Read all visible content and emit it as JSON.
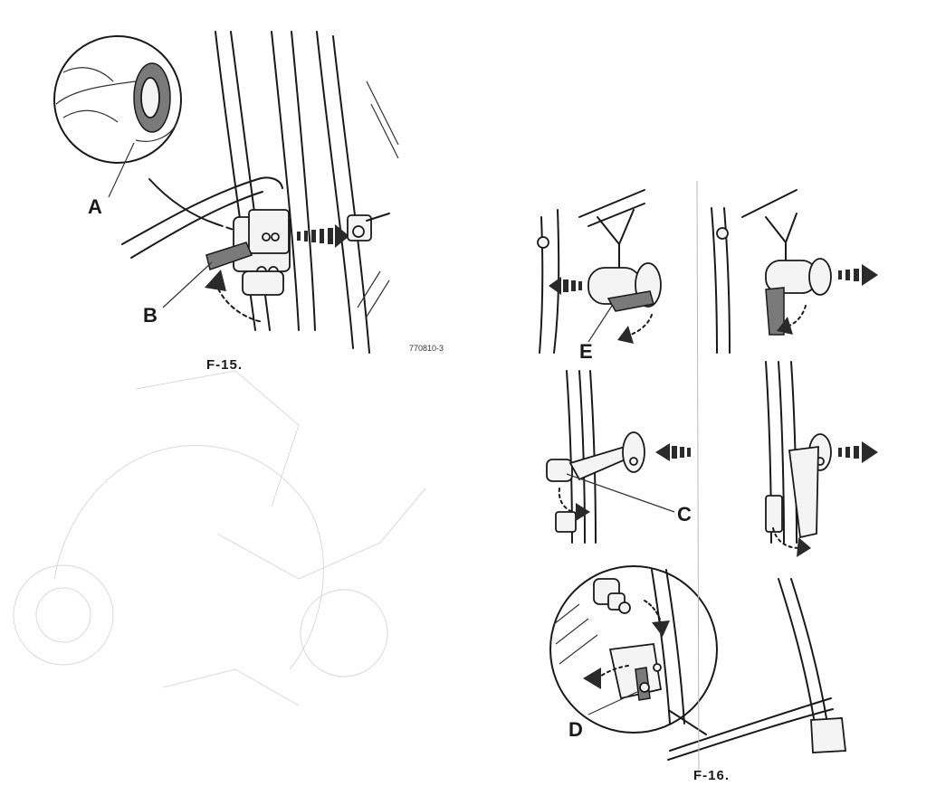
{
  "figures": [
    {
      "id": "F-15",
      "caption": "F-15.",
      "reference": "770810-3",
      "callouts": [
        "A",
        "B"
      ]
    },
    {
      "id": "F-16",
      "caption": "F-16.",
      "callouts": [
        "E",
        "C",
        "D"
      ]
    }
  ],
  "labels": {
    "A": "A",
    "B": "B",
    "C": "C",
    "D": "D",
    "E": "E"
  },
  "captions": {
    "f15": "F-15.",
    "f16": "F-16.",
    "ref": "770810-3"
  },
  "icons": [
    "door-handle-detail-magnifier",
    "lever-latch",
    "striker-bracket",
    "push-direction-arrow",
    "rotation-arrow",
    "door-catch-bracket"
  ]
}
